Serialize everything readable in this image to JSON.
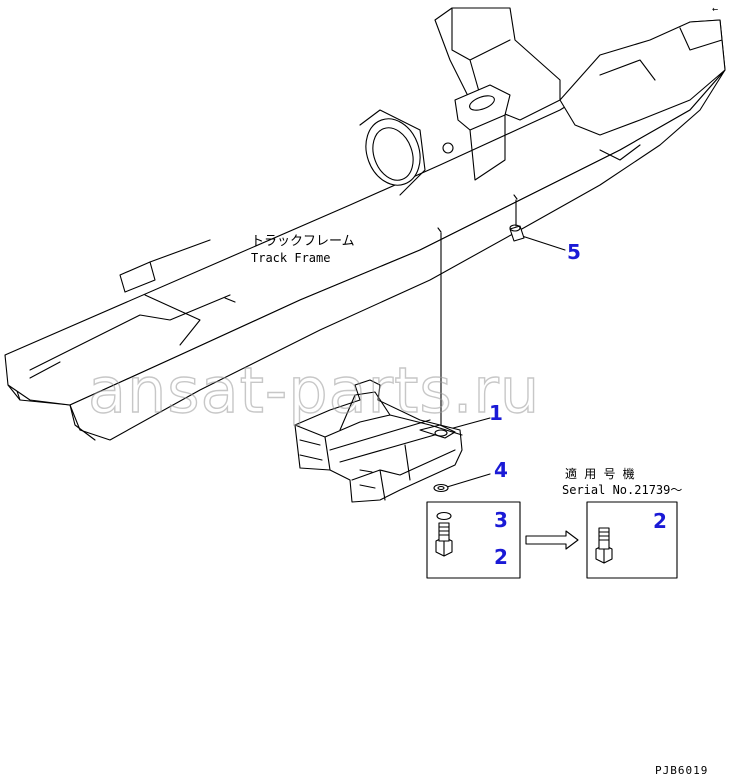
{
  "diagram": {
    "frame_label_jp": "トラックフレーム",
    "frame_label_en": "Track Frame",
    "serial_label_jp": "適 用 号 機",
    "serial_label_en": "Serial No.21739～",
    "drawing_code": "PJB6019",
    "watermark": "ansat-parts.ru",
    "corner_mark": "←",
    "callouts": {
      "c1": "1",
      "c2a": "2",
      "c2b": "2",
      "c3": "3",
      "c4": "4",
      "c5": "5"
    },
    "colors": {
      "callout": "#1a1ad6",
      "line": "#000000",
      "watermark": "#9a9a9a"
    }
  }
}
